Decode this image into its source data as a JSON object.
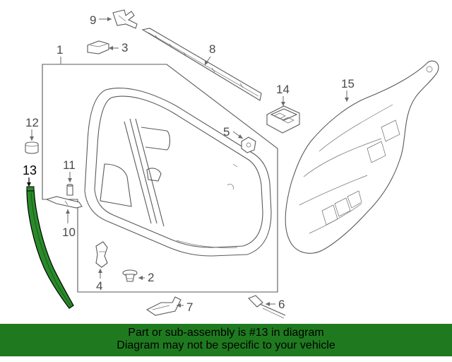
{
  "callouts": {
    "c1": "1",
    "c2": "2",
    "c3": "3",
    "c4": "4",
    "c5": "5",
    "c6": "6",
    "c7": "7",
    "c8": "8",
    "c9": "9",
    "c10": "10",
    "c11": "11",
    "c12": "12",
    "c13": "13",
    "c14": "14",
    "c15": "15"
  },
  "highlight": {
    "part_number": "13",
    "color": "#1f7a1f"
  },
  "banner": {
    "line1": "Part or sub-assembly is #13 in diagram",
    "line2": "Diagram may not be specific to your vehicle",
    "background": "#1f7a1f"
  }
}
